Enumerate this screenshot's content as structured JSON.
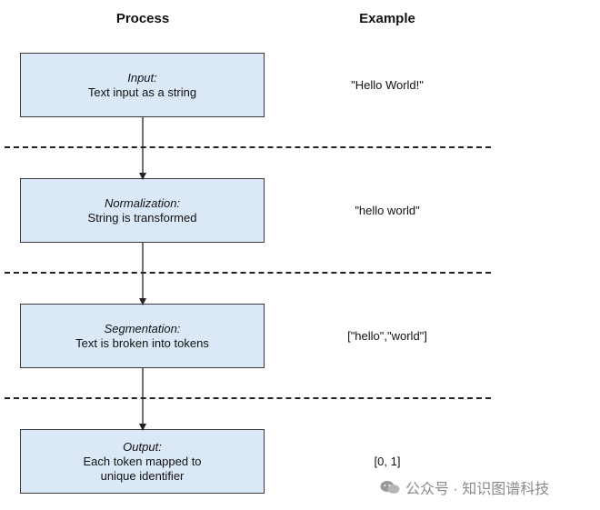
{
  "headers": {
    "process": "Process",
    "example": "Example"
  },
  "steps": [
    {
      "title": "Input:",
      "desc": "Text input as a string",
      "example": "\"Hello World!\""
    },
    {
      "title": "Normalization:",
      "desc": "String is transformed",
      "example": "\"hello world\""
    },
    {
      "title": "Segmentation:",
      "desc": "Text is broken into tokens",
      "example": "[\"hello\",\"world\"]"
    },
    {
      "title": "Output:",
      "desc": "Each token mapped to\nunique identifier",
      "example": "[0, 1]"
    }
  ],
  "watermark": {
    "text": "公众号 · 知识图谱科技",
    "icon": "wechat-icon"
  },
  "colors": {
    "box_fill": "#dae8f8",
    "box_border": "#3a3a3a",
    "line": "#222222"
  }
}
